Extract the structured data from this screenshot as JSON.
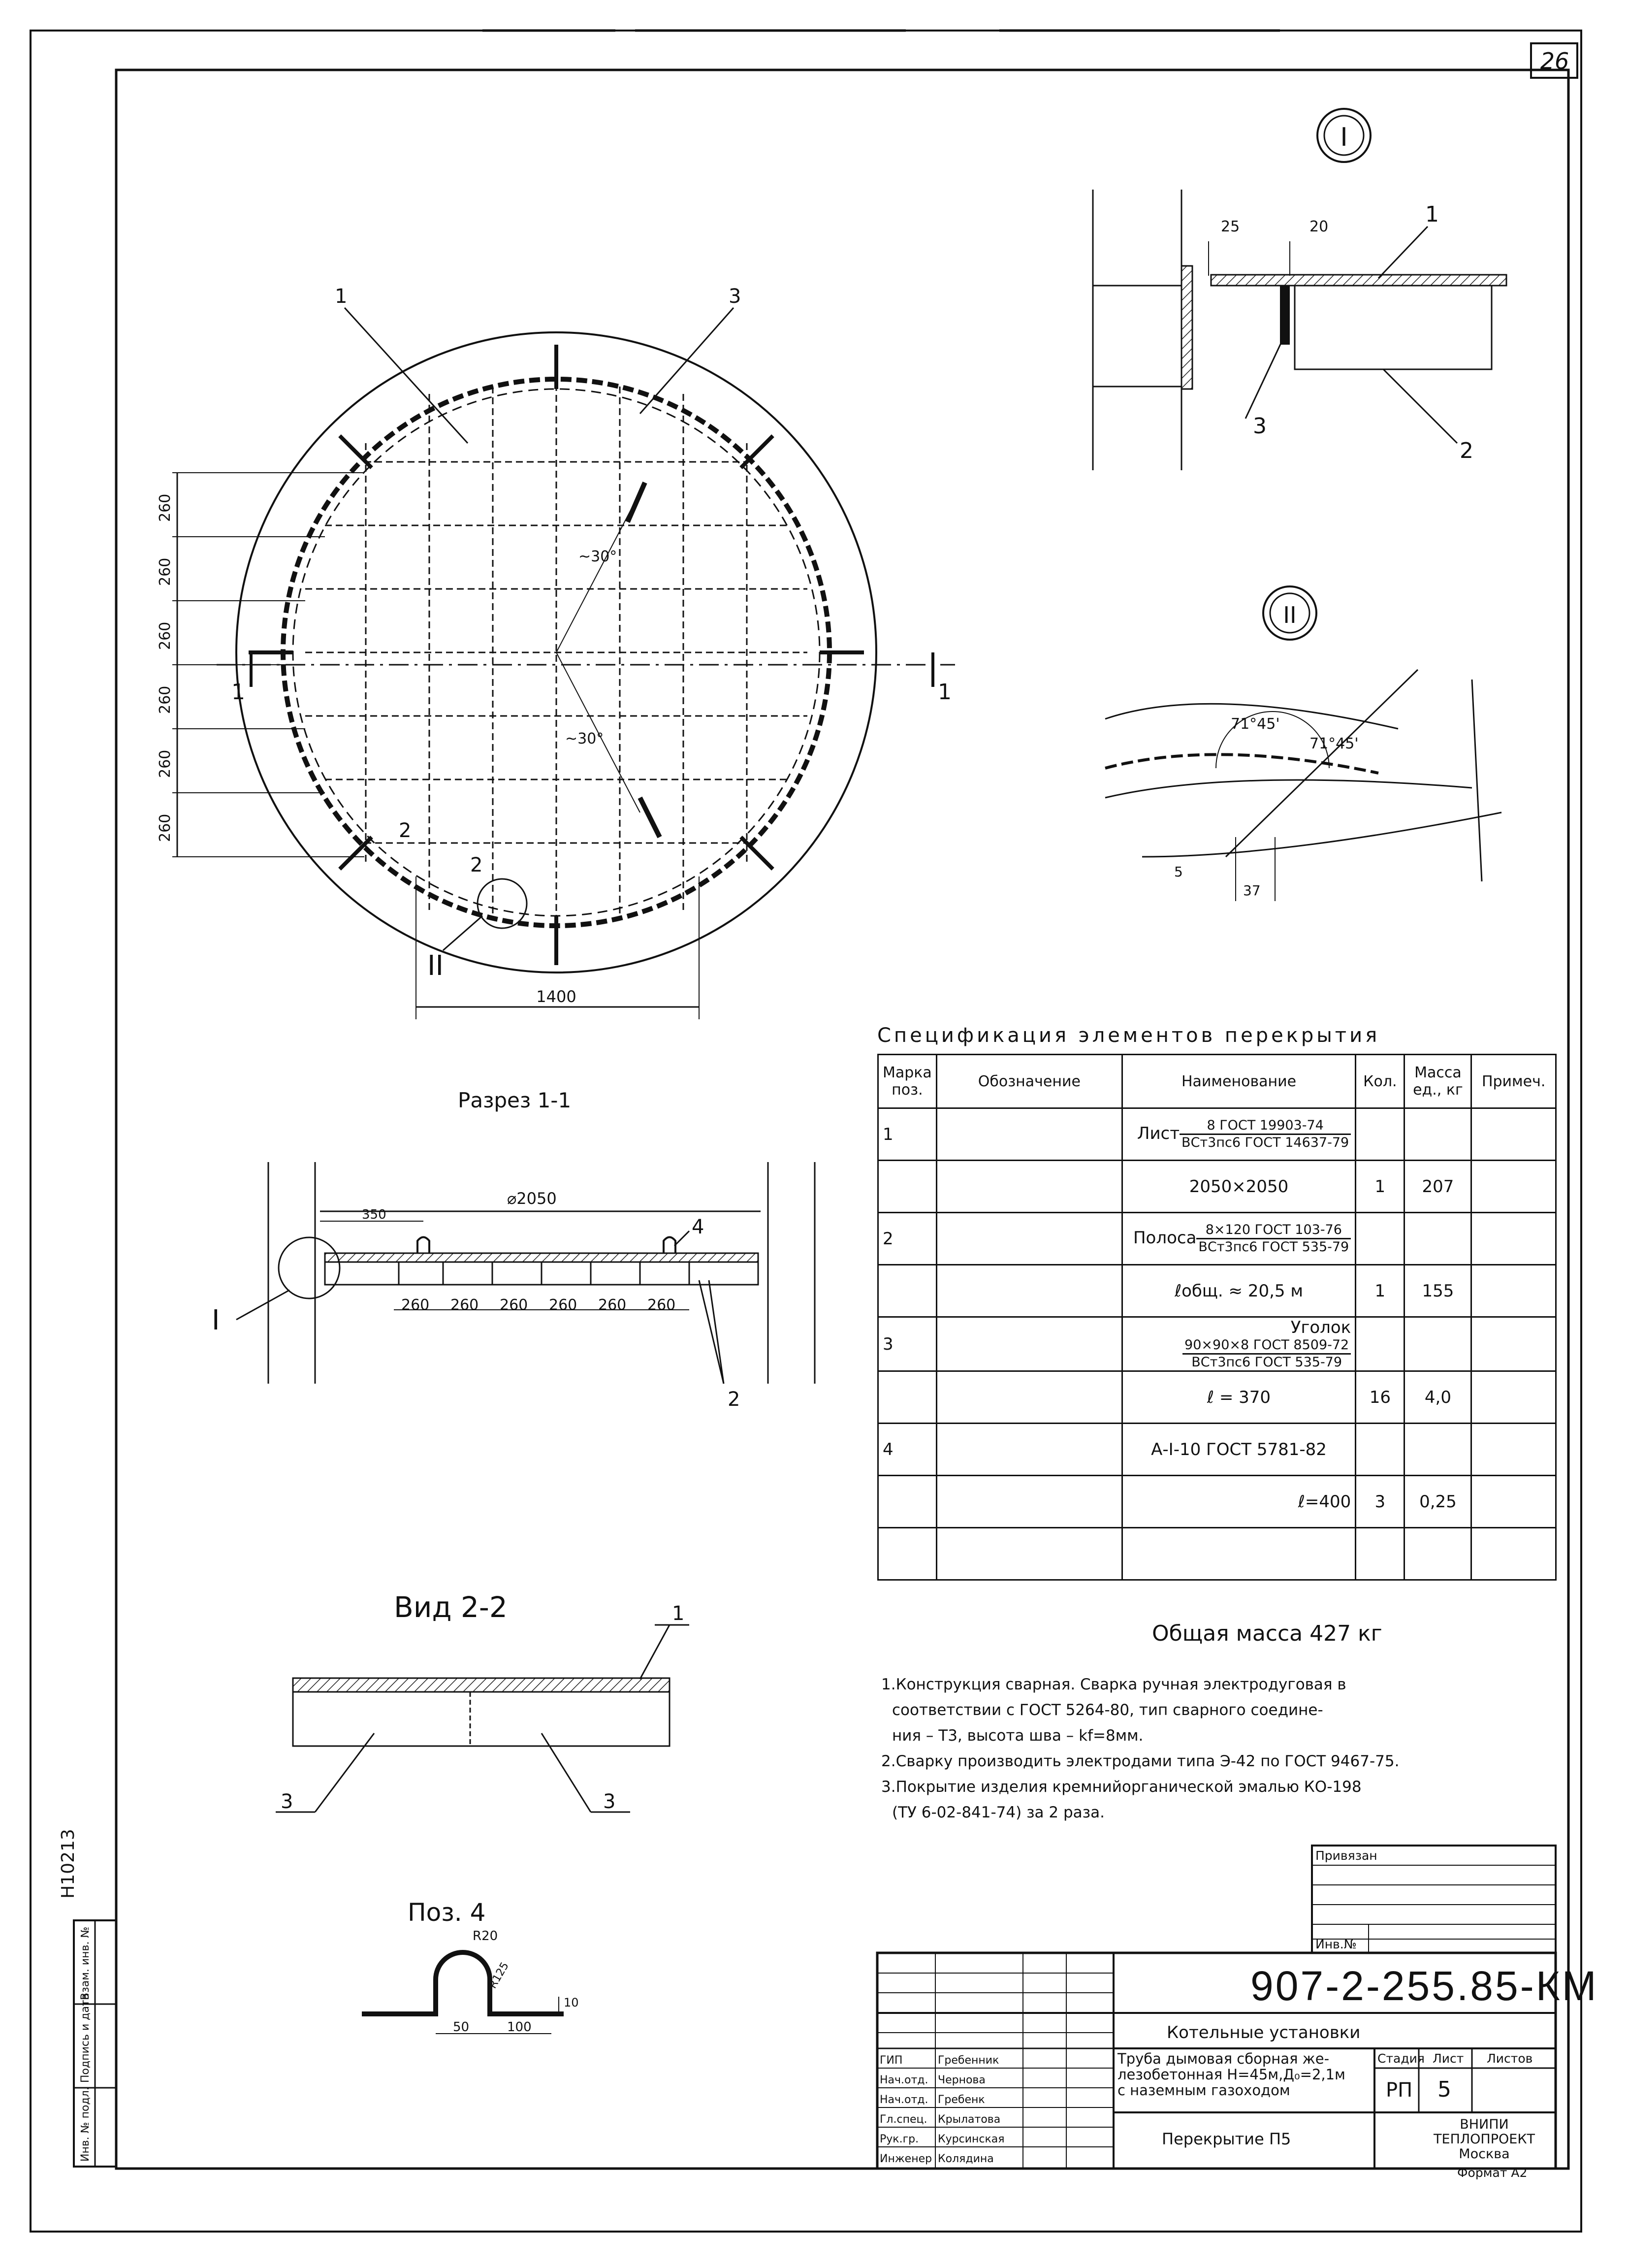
{
  "sheet": {
    "sheet_number": "26",
    "inventory_number": "Н10213",
    "side_stamp_labels": [
      "Инв. № подл.",
      "Подпись и дата",
      "Взам. инв. №"
    ]
  },
  "plan_view": {
    "callouts": [
      "1",
      "3",
      "2",
      "2"
    ],
    "section_marks": [
      "1",
      "1"
    ],
    "detail_mark": "II",
    "row_dims": [
      "260",
      "260",
      "260",
      "260",
      "260",
      "260"
    ],
    "angle_labels": [
      "~30°",
      "~30°"
    ],
    "overall_dim": "1400"
  },
  "detail_I": {
    "mark": "I",
    "dims": [
      "25",
      "20"
    ],
    "callouts": [
      "1",
      "3",
      "2"
    ]
  },
  "detail_II": {
    "mark": "II",
    "angles": [
      "71°45'",
      "71°45'"
    ],
    "dims": [
      "5",
      "37"
    ]
  },
  "section_1_1": {
    "title": "Разрез 1-1",
    "diameter": "⌀2050",
    "offset_dim": "350",
    "spacing": [
      "260",
      "260",
      "260",
      "260",
      "260",
      "260"
    ],
    "callouts": [
      "4",
      "2"
    ],
    "detail_mark": "I"
  },
  "view_2_2": {
    "title": "Вид 2-2",
    "callouts": [
      "1",
      "3",
      "3"
    ]
  },
  "pos_4": {
    "title": "Поз. 4",
    "dims": [
      "R20",
      "R125",
      "10",
      "50",
      "100"
    ]
  },
  "spec": {
    "title": "Спецификация элементов перекрытия",
    "headers": [
      "Марка поз.",
      "Обозначение",
      "Наименование",
      "Кол.",
      "Масса ед., кг",
      "Примеч."
    ],
    "rows": [
      {
        "pos": "1",
        "name_prefix": "Лист",
        "frac_top": "8 ГОСТ 19903-74",
        "frac_bottom": "ВСт3пс6 ГОСТ 14637-79",
        "qty": "",
        "mass": ""
      },
      {
        "pos": "",
        "name": "2050×2050",
        "qty": "1",
        "mass": "207"
      },
      {
        "pos": "2",
        "name_prefix": "Полоса",
        "frac_top": "8×120 ГОСТ 103-76",
        "frac_bottom": "ВСт3пс6 ГОСТ 535-79",
        "qty": "",
        "mass": ""
      },
      {
        "pos": "",
        "name": "ℓобщ. ≈ 20,5 м",
        "qty": "1",
        "mass": "155"
      },
      {
        "pos": "3",
        "name_prefix": "Уголок",
        "frac_top": "90×90×8 ГОСТ 8509-72",
        "frac_bottom": "ВСт3пс6 ГОСТ 535-79",
        "qty": "",
        "mass": ""
      },
      {
        "pos": "",
        "name": "ℓ = 370",
        "qty": "16",
        "mass": "4,0"
      },
      {
        "pos": "4",
        "name": "А-I-10 ГОСТ 5781-82",
        "qty": "",
        "mass": ""
      },
      {
        "pos": "",
        "name": "ℓ=400",
        "qty": "3",
        "mass": "0,25"
      },
      {
        "pos": "",
        "name": "",
        "qty": "",
        "mass": ""
      }
    ],
    "total_label": "Общая масса",
    "total_value": "427 кг"
  },
  "notes": [
    "1.Конструкция сварная. Сварка ручная электродуговая в",
    "соответствии с ГОСТ 5264-80, тип сварного соедине-",
    "ния – Т3, высота шва – kf=8мм.",
    "2.Сварку производить электродами типа Э-42 по ГОСТ 9467-75.",
    "3.Покрытие изделия кремнийорганической эмалью КО-198",
    "(ТУ 6-02-841-74) за 2 раза."
  ],
  "title_block": {
    "privyazan": "Привязан",
    "inv": "Инв.№",
    "doc_code": "907-2-255.85-КМ",
    "project": "Котельные установки",
    "description_lines": [
      "Труба дымовая сборная же-",
      "лезобетонная Н=45м,Д₀=2,1м",
      "с наземным газоходом"
    ],
    "sheet_title": "Перекрытие П5",
    "stage_header": "Стадия",
    "sheet_header": "Лист",
    "sheets_header": "Листов",
    "stage": "РП",
    "sheet_no": "5",
    "org_lines": [
      "ВНИПИ",
      "ТЕПЛОПРОЕКТ",
      "Москва"
    ],
    "format": "Формат А2",
    "roles": [
      "ГИП",
      "Нач.отд.",
      "Нач.отд.",
      "Гл.спец.",
      "Рук.гр.",
      "Инженер"
    ],
    "names": [
      "Гребенник",
      "Чернова",
      "Гребенк",
      "Крылатова",
      "Курсинская",
      "Колядина"
    ]
  }
}
